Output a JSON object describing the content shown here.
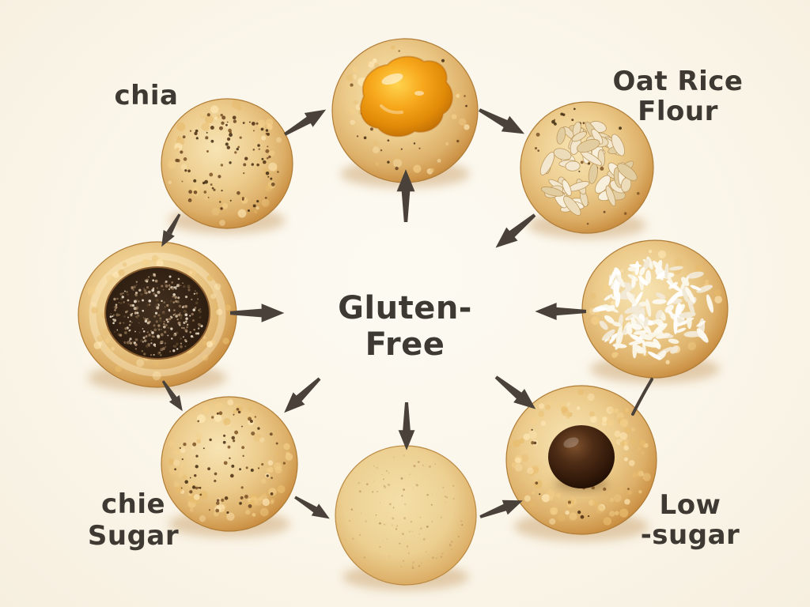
{
  "background": "#fbf6ea",
  "text_color": "#3e3a33",
  "arrow_color": "#4a423a",
  "center": {
    "label": "Gluten-Free"
  },
  "labels": {
    "top_left": {
      "line1": "chia"
    },
    "top_right": {
      "line1": "Oat Rice",
      "line2": "Flour"
    },
    "bottom_left": {
      "line1": "chie",
      "line2": "Sugar"
    },
    "bottom_right": {
      "line1": "Low",
      "line2": "-sugar"
    }
  },
  "cookies": [
    {
      "id": "cookie-speckled-top-left",
      "topping": "chia-speckled-dough"
    },
    {
      "id": "cookie-jam-thumbprint-top",
      "topping": "orange-jam"
    },
    {
      "id": "cookie-oat-top-right",
      "topping": "oat-flakes"
    },
    {
      "id": "cookie-coconut-right",
      "topping": "shredded-coconut"
    },
    {
      "id": "cookie-chia-well-left",
      "topping": "chia-seed-center"
    },
    {
      "id": "cookie-speckled-bottom-left",
      "topping": "chia-speckled-sugar"
    },
    {
      "id": "cookie-plain-bottom",
      "topping": "plain"
    },
    {
      "id": "cookie-chocolate-drop-bottom-right",
      "topping": "chocolate-drop"
    }
  ],
  "arrows": [
    {
      "name": "arrow-topleft-to-top",
      "direction": "northeast"
    },
    {
      "name": "arrow-top-to-topright",
      "direction": "southeast"
    },
    {
      "name": "arrow-center-to-top",
      "direction": "up"
    },
    {
      "name": "arrow-topright-to-center",
      "direction": "southwest"
    },
    {
      "name": "arrow-right-to-center",
      "direction": "left"
    },
    {
      "name": "arrow-left-to-center",
      "direction": "right"
    },
    {
      "name": "arrow-topleft-to-left",
      "direction": "south-southwest"
    },
    {
      "name": "arrow-left-to-bottomleft",
      "direction": "southeast"
    },
    {
      "name": "arrow-center-to-bottomleft",
      "direction": "southwest"
    },
    {
      "name": "arrow-center-to-bottomcenter",
      "direction": "down"
    },
    {
      "name": "arrow-center-to-bottomright",
      "direction": "southeast"
    },
    {
      "name": "arrow-bottomleft-to-bottomcenter",
      "direction": "east-southeast"
    },
    {
      "name": "arrow-bottomcenter-to-bottomright",
      "direction": "northeast"
    }
  ]
}
